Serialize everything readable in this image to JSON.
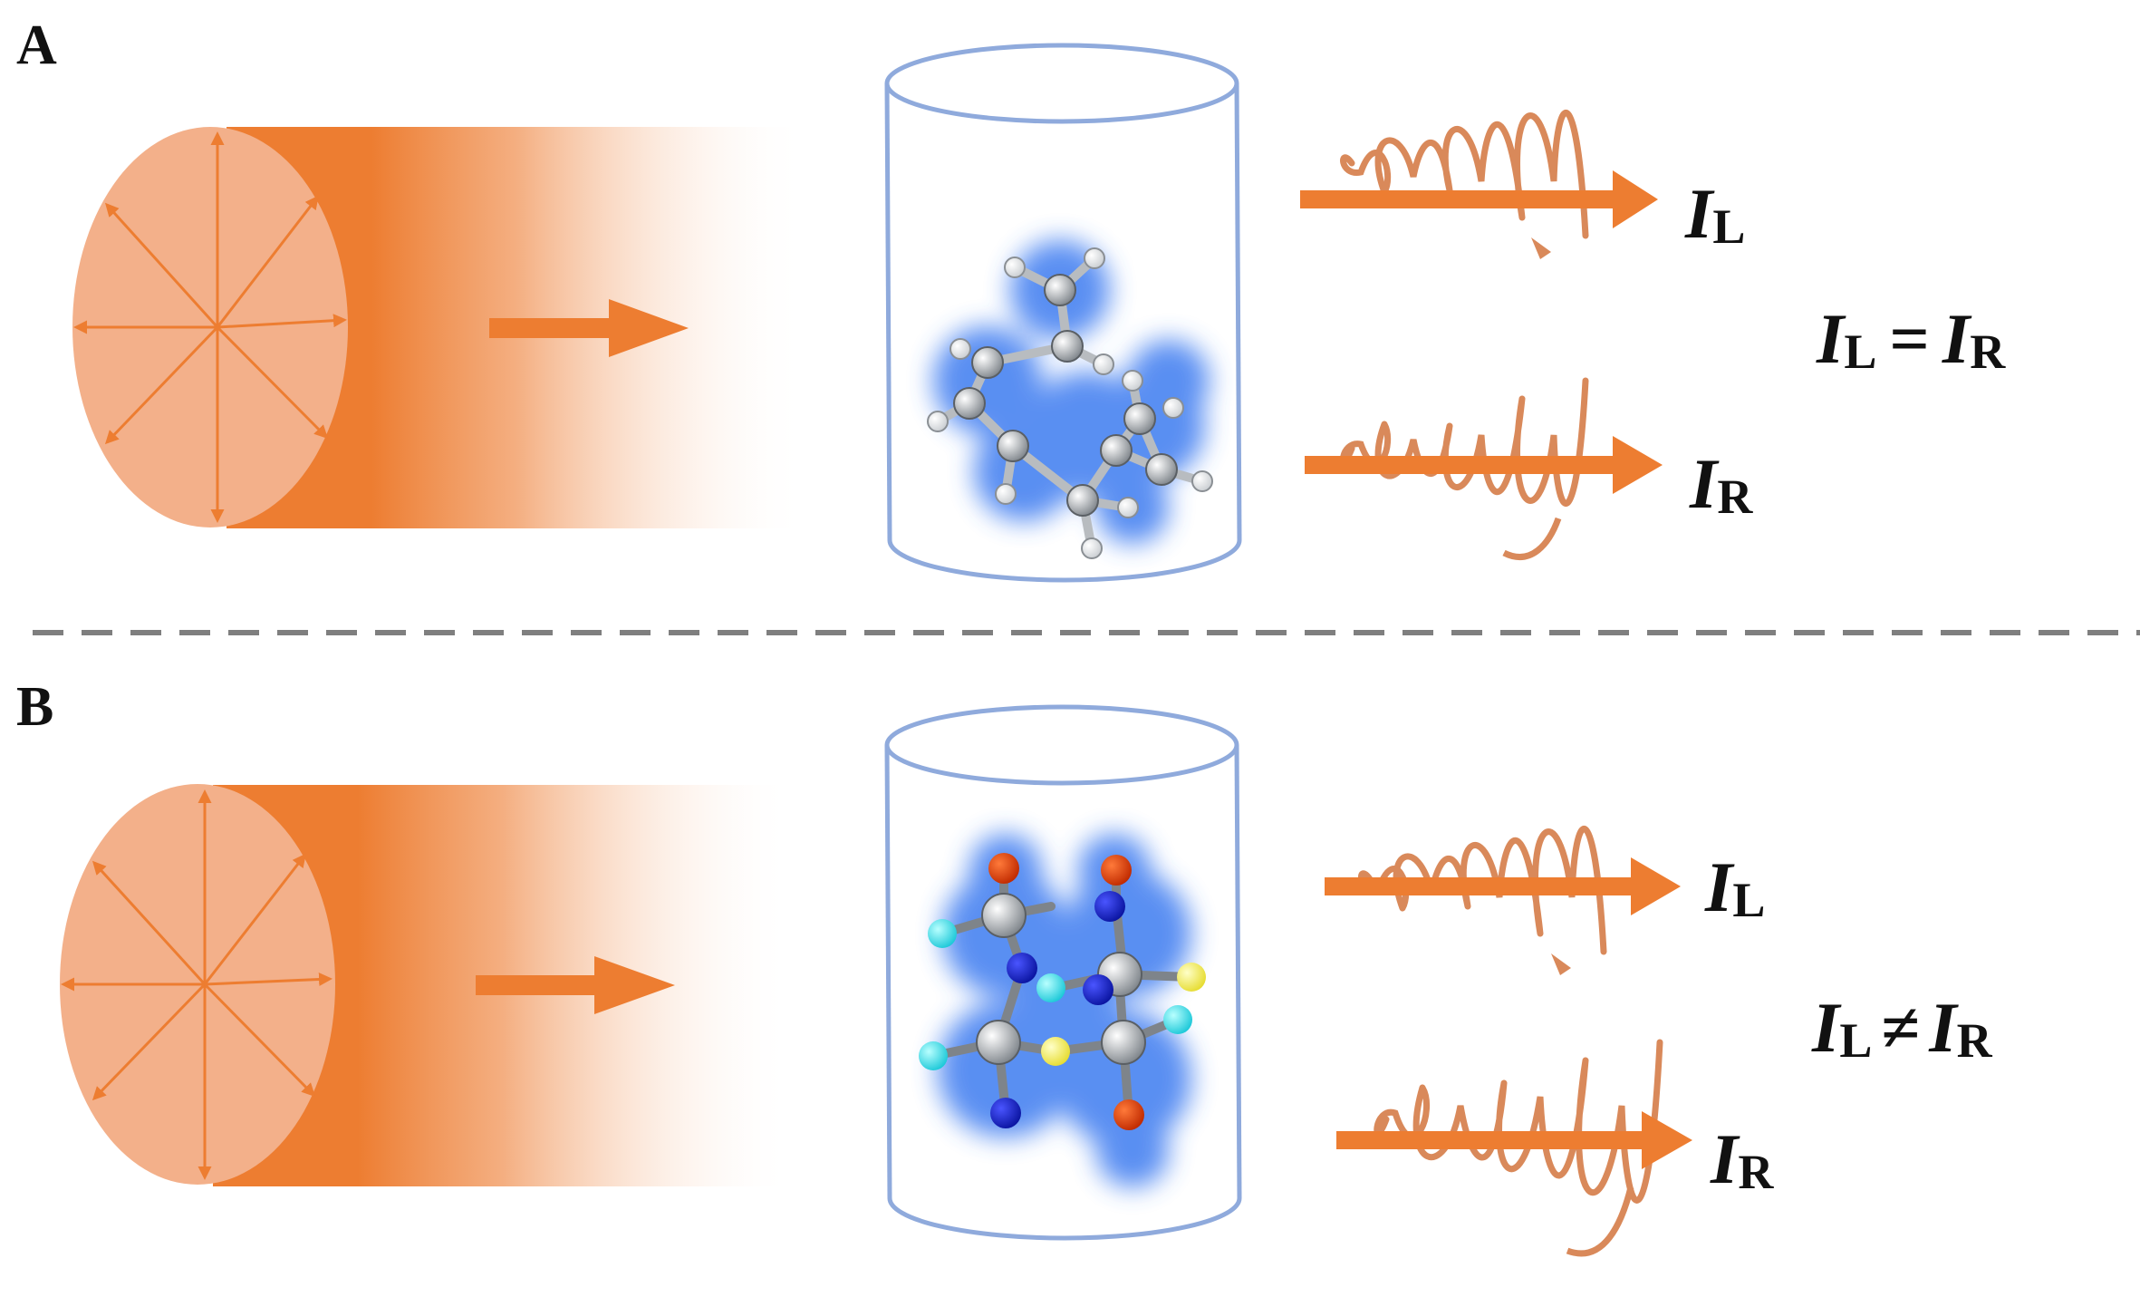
{
  "panels": [
    {
      "label": "A",
      "left_beam": {
        "main": "I",
        "sub": "L"
      },
      "right_beam": {
        "main": "I",
        "sub": "R"
      },
      "relation": {
        "left_main": "I",
        "left_sub": "L",
        "operator": "=",
        "right_main": "I",
        "right_sub": "R"
      },
      "molecule": "achiral-hydrocarbon"
    },
    {
      "label": "B",
      "left_beam": {
        "main": "I",
        "sub": "L"
      },
      "right_beam": {
        "main": "I",
        "sub": "R"
      },
      "relation": {
        "left_main": "I",
        "left_sub": "L",
        "operator": "≠",
        "right_main": "I",
        "right_sub": "R"
      },
      "molecule": "chiral-molecule"
    }
  ],
  "colors": {
    "beam": "#ED7D31",
    "beam_face": "#F3B08A",
    "helix": "#D9895A",
    "cuvette": "#8FAADC",
    "divider": "#7F7F7F",
    "atom_carbon": "#9EA3A8",
    "atom_hydrogen": "#F2F2F2",
    "atom_nitrogen": "#0A14C8",
    "atom_oxygen": "#E03A0A",
    "atom_fluorine": "#2EE6F0",
    "atom_chlorine": "#F5F05A",
    "glow": "#3D7CF0"
  }
}
